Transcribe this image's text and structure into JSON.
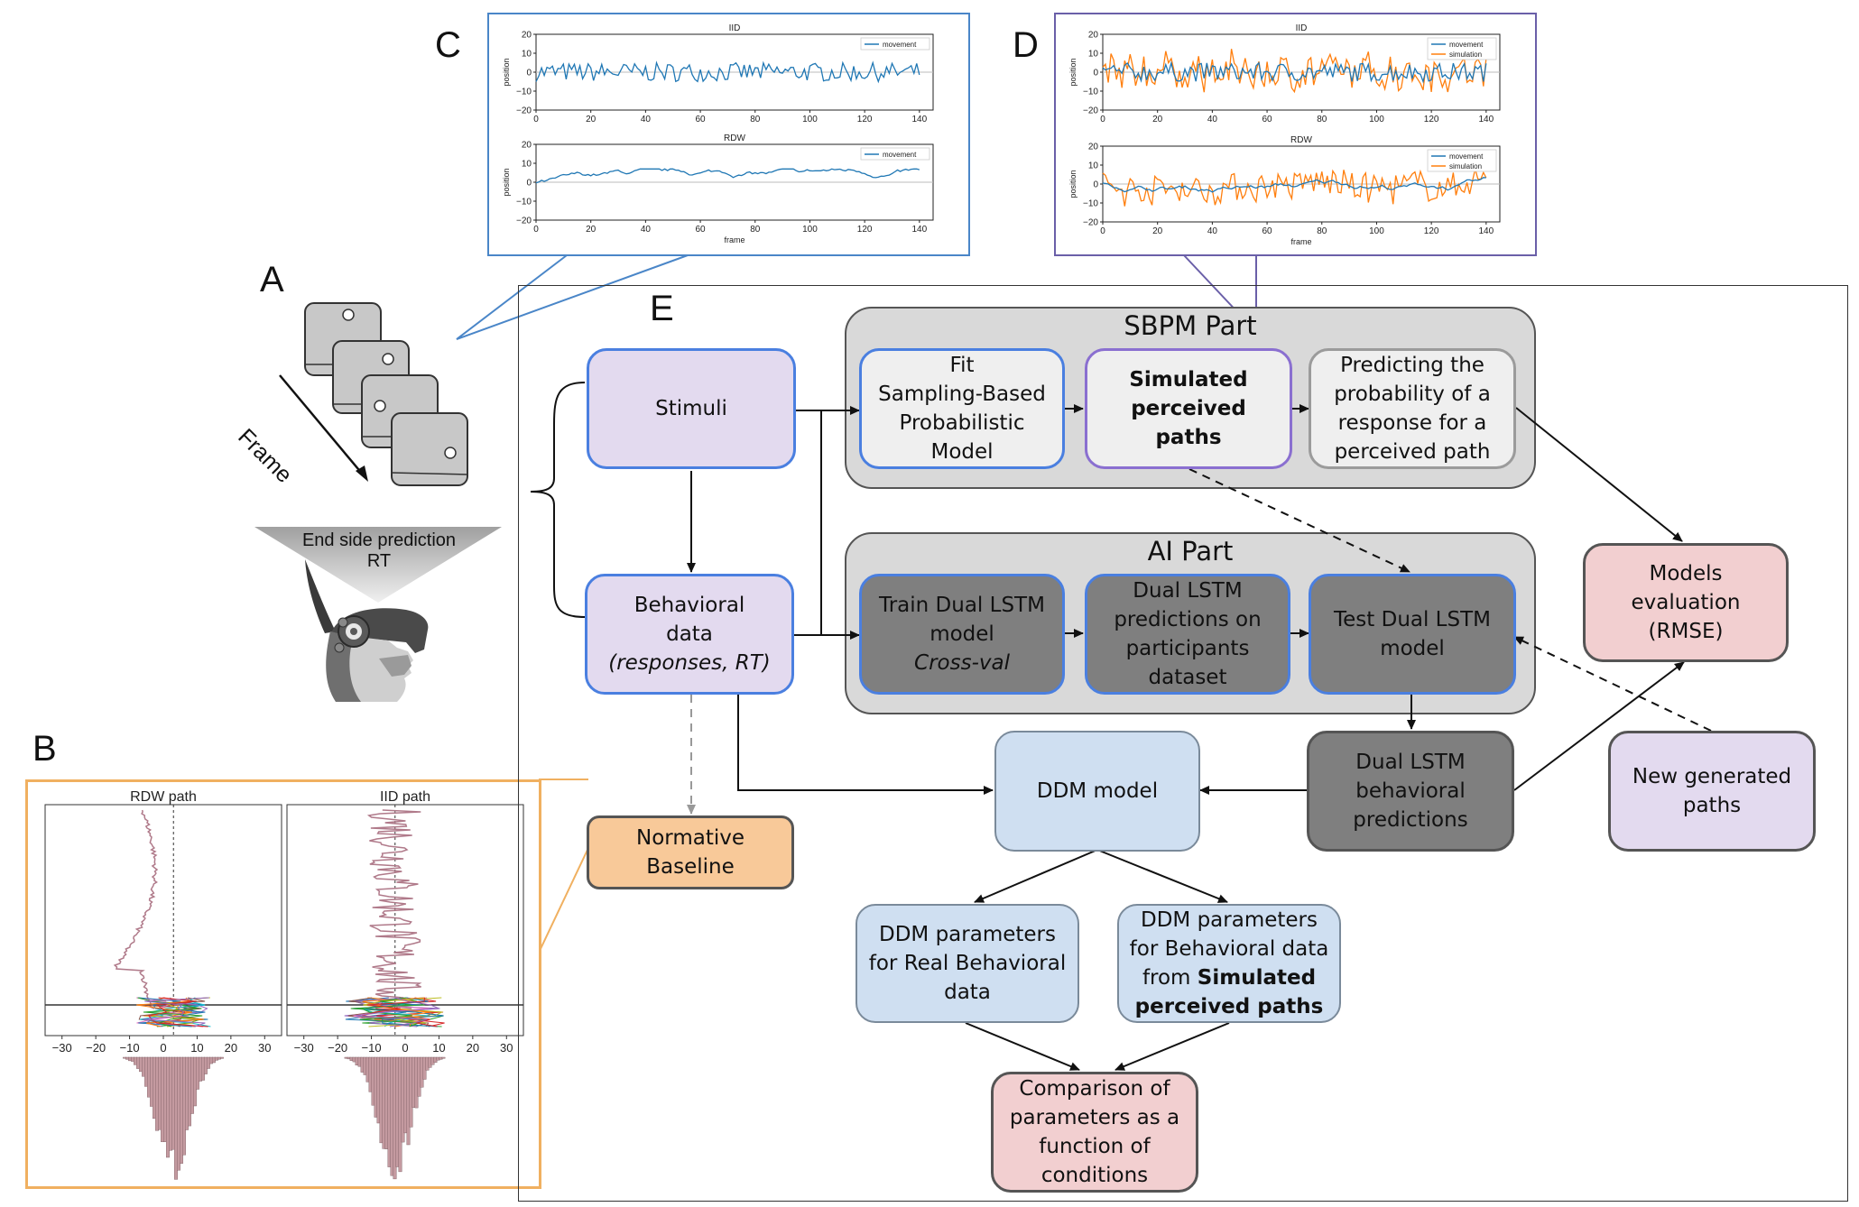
{
  "panels": {
    "A": "A",
    "B": "B",
    "C": "C",
    "D": "D",
    "E": "E"
  },
  "panel_a": {
    "frame_label": "Frame",
    "prediction_line1": "End side prediction",
    "prediction_line2": "RT"
  },
  "parts": {
    "sbpm": "SBPM Part",
    "ai": "AI Part"
  },
  "nodes": {
    "stimuli": "Stimuli",
    "behavioral_line1": "Behavioral",
    "behavioral_line2": "data",
    "behavioral_line3": "(responses, RT)",
    "fit_line1": "Fit",
    "fit_line2": "Sampling-Based",
    "fit_line3": "Probabilistic",
    "fit_line4": "Model",
    "simulated_line1": "Simulated",
    "simulated_line2": "perceived paths",
    "predicting_line1": "Predicting the",
    "predicting_line2": "probability of a",
    "predicting_line3": "response for a",
    "predicting_line4": "perceived path",
    "train_line1": "Train Dual LSTM",
    "train_line2": "model",
    "train_line3": "Cross-val",
    "dualpred_line1": "Dual LSTM",
    "dualpred_line2": "predictions on",
    "dualpred_line3": "participants",
    "dualpred_line4": "dataset",
    "test_line1": "Test Dual LSTM",
    "test_line2": "model",
    "models_eval_line1": "Models",
    "models_eval_line2": "evaluation",
    "models_eval_line3": "(RMSE)",
    "lstm_beh_line1": "Dual LSTM",
    "lstm_beh_line2": "behavioral",
    "lstm_beh_line3": "predictions",
    "new_paths_line1": "New generated",
    "new_paths_line2": "paths",
    "ddm_model": "DDM model",
    "normative_line1": "Normative",
    "normative_line2": "Baseline",
    "ddm_real_line1": "DDM parameters",
    "ddm_real_line2": "for Real Behavioral",
    "ddm_real_line3": "data",
    "ddm_sim_line1": "DDM parameters",
    "ddm_sim_line2": "for Behavioral data",
    "ddm_sim_line3a": "from ",
    "ddm_sim_line3b": "Simulated",
    "ddm_sim_line4": "perceived paths",
    "comparison_line1": "Comparison of",
    "comparison_line2": "parameters as a",
    "comparison_line3": "function of",
    "comparison_line4": "conditions"
  },
  "colors": {
    "panel_c_border": "#4a86c8",
    "panel_d_border": "#6a5fa8",
    "panel_b_border": "#f0b060",
    "movement": "#1f77b4",
    "simulation": "#ff7f0e",
    "histogram": "#c49aa0"
  },
  "chart_data": [
    {
      "type": "line",
      "panel": "C",
      "title": "IID",
      "ylabel": "position",
      "xlim": [
        0,
        145
      ],
      "ylim": [
        -20,
        20
      ],
      "xticks": [
        "0",
        "20",
        "40",
        "60",
        "80",
        "100",
        "120",
        "140"
      ],
      "yticks": [
        "20",
        "10",
        "0",
        "−10",
        "−20"
      ],
      "series": [
        {
          "name": "movement"
        }
      ]
    },
    {
      "type": "line",
      "panel": "C",
      "title": "RDW",
      "ylabel": "position",
      "xlabel": "frame",
      "xlim": [
        0,
        145
      ],
      "ylim": [
        -20,
        20
      ],
      "xticks": [
        "0",
        "20",
        "40",
        "60",
        "80",
        "100",
        "120",
        "140"
      ],
      "yticks": [
        "20",
        "10",
        "0",
        "−10",
        "−20"
      ],
      "series": [
        {
          "name": "movement"
        }
      ]
    },
    {
      "type": "line",
      "panel": "D",
      "title": "IID",
      "ylabel": "position",
      "xlim": [
        0,
        145
      ],
      "ylim": [
        -20,
        20
      ],
      "xticks": [
        "0",
        "20",
        "40",
        "60",
        "80",
        "100",
        "120",
        "140"
      ],
      "yticks": [
        "20",
        "10",
        "0",
        "−10",
        "−20"
      ],
      "series": [
        {
          "name": "movement"
        },
        {
          "name": "simulation"
        }
      ]
    },
    {
      "type": "line",
      "panel": "D",
      "title": "RDW",
      "ylabel": "position",
      "xlabel": "frame",
      "xlim": [
        0,
        145
      ],
      "ylim": [
        -20,
        20
      ],
      "xticks": [
        "0",
        "20",
        "40",
        "60",
        "80",
        "100",
        "120",
        "140"
      ],
      "yticks": [
        "20",
        "10",
        "0",
        "−10",
        "−20"
      ],
      "series": [
        {
          "name": "movement"
        },
        {
          "name": "simulation"
        }
      ]
    },
    {
      "type": "line",
      "panel": "B",
      "title": "RDW path",
      "xlim": [
        -35,
        35
      ],
      "xticks": [
        "−30",
        "−20",
        "−10",
        "0",
        "10",
        "20",
        "30"
      ]
    },
    {
      "type": "line",
      "panel": "B",
      "title": "IID path",
      "xlim": [
        -35,
        35
      ],
      "xticks": [
        "−30",
        "−20",
        "−10",
        "0",
        "10",
        "20",
        "30"
      ]
    }
  ]
}
